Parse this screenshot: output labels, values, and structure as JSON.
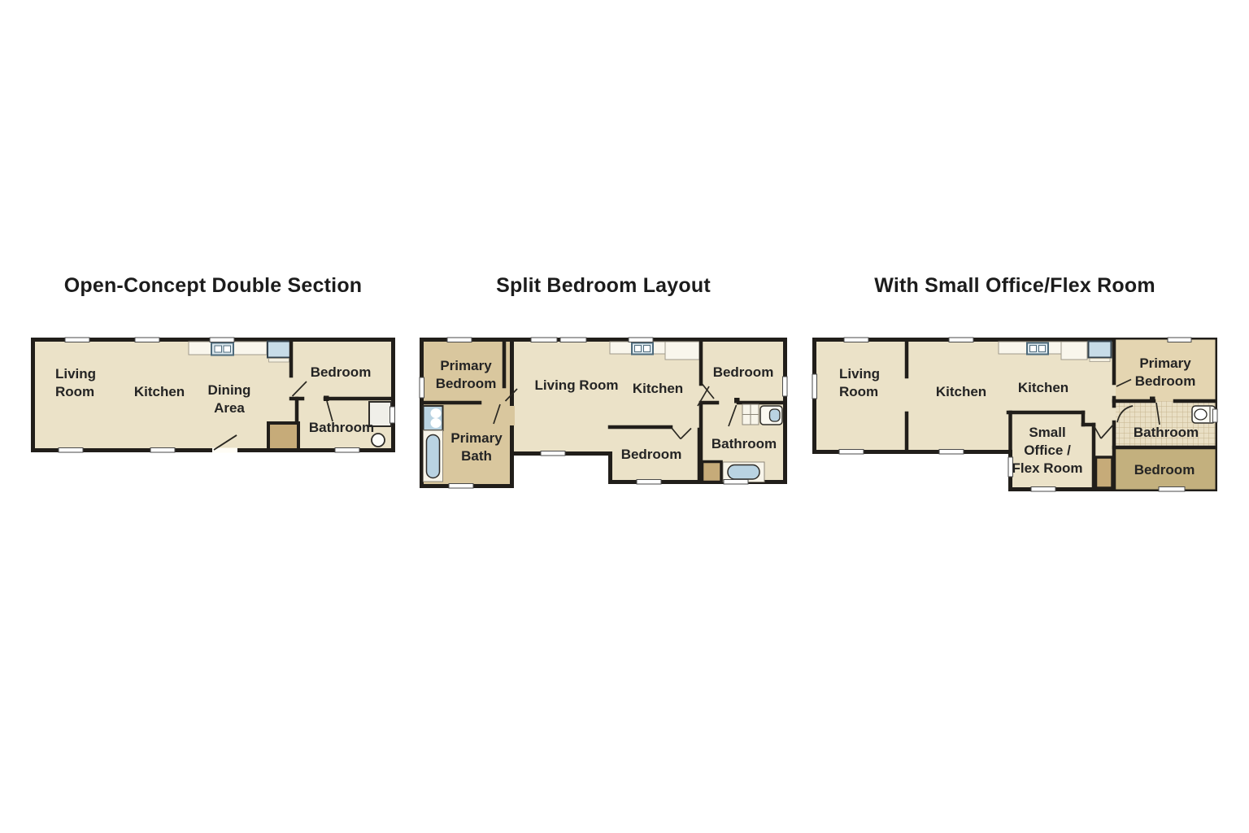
{
  "palette": {
    "wall": "#211e1a",
    "floor_light": "#ebe2c8",
    "floor_medium_tan": "#d9c79e",
    "floor_primary_tan": "#e4d5b1",
    "floor_dark_khaki": "#c3b07e",
    "closet_brown": "#c6ab79",
    "fixture_blue": "#b9d3e2",
    "appliance_blue": "#c7dce8",
    "counter_white": "#f9f6ec",
    "tile_line": "#c6b68f",
    "title_color": "#1c1c1c",
    "label_color": "#242424"
  },
  "plans": [
    {
      "id": "open-concept-double-section",
      "title": "Open-Concept Double Section",
      "room_labels": {
        "living_room": "Living\nRoom",
        "kitchen": "Kitchen",
        "dining_area": "Dining\nArea",
        "bedroom": "Bedroom",
        "bathroom": "Bathroom"
      }
    },
    {
      "id": "split-bedroom-layout",
      "title": "Split Bedroom Layout",
      "room_labels": {
        "primary_bedroom": "Primary\nBedroom",
        "primary_bath": "Primary\nBath",
        "living_room": "Living Room",
        "kitchen": "Kitchen",
        "bedroom_right": "Bedroom",
        "bedroom_bottom": "Bedroom",
        "bathroom": "Bathroom"
      }
    },
    {
      "id": "with-small-office-flex-room",
      "title": "With Small Office/Flex Room",
      "room_labels": {
        "living_room": "Living\nRoom",
        "kitchen_left": "Kitchen",
        "kitchen_right": "Kitchen",
        "primary_bedroom": "Primary\nBedroom",
        "bathroom": "Bathroom",
        "bedroom": "Bedroom",
        "office": "Small\nOffice /\nFlex Room"
      }
    }
  ]
}
